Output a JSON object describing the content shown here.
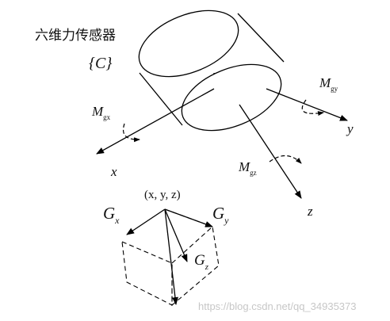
{
  "sensor_label": "六维力传感器",
  "frame_label": "{C}",
  "axes": {
    "x": "x",
    "y": "y",
    "z": "z"
  },
  "moments": {
    "gx": {
      "main": "M",
      "sub": "gx"
    },
    "gy": {
      "main": "M",
      "sub": "gy"
    },
    "gz": {
      "main": "M",
      "sub": "gz"
    }
  },
  "point_label": "(x, y, z)",
  "gravity": {
    "gx": {
      "main": "G",
      "sub": "x"
    },
    "gy": {
      "main": "G",
      "sub": "y"
    },
    "gz": {
      "main": "G",
      "sub": "z"
    }
  },
  "watermark": "https://blog.csdn.net/qq_34935373"
}
